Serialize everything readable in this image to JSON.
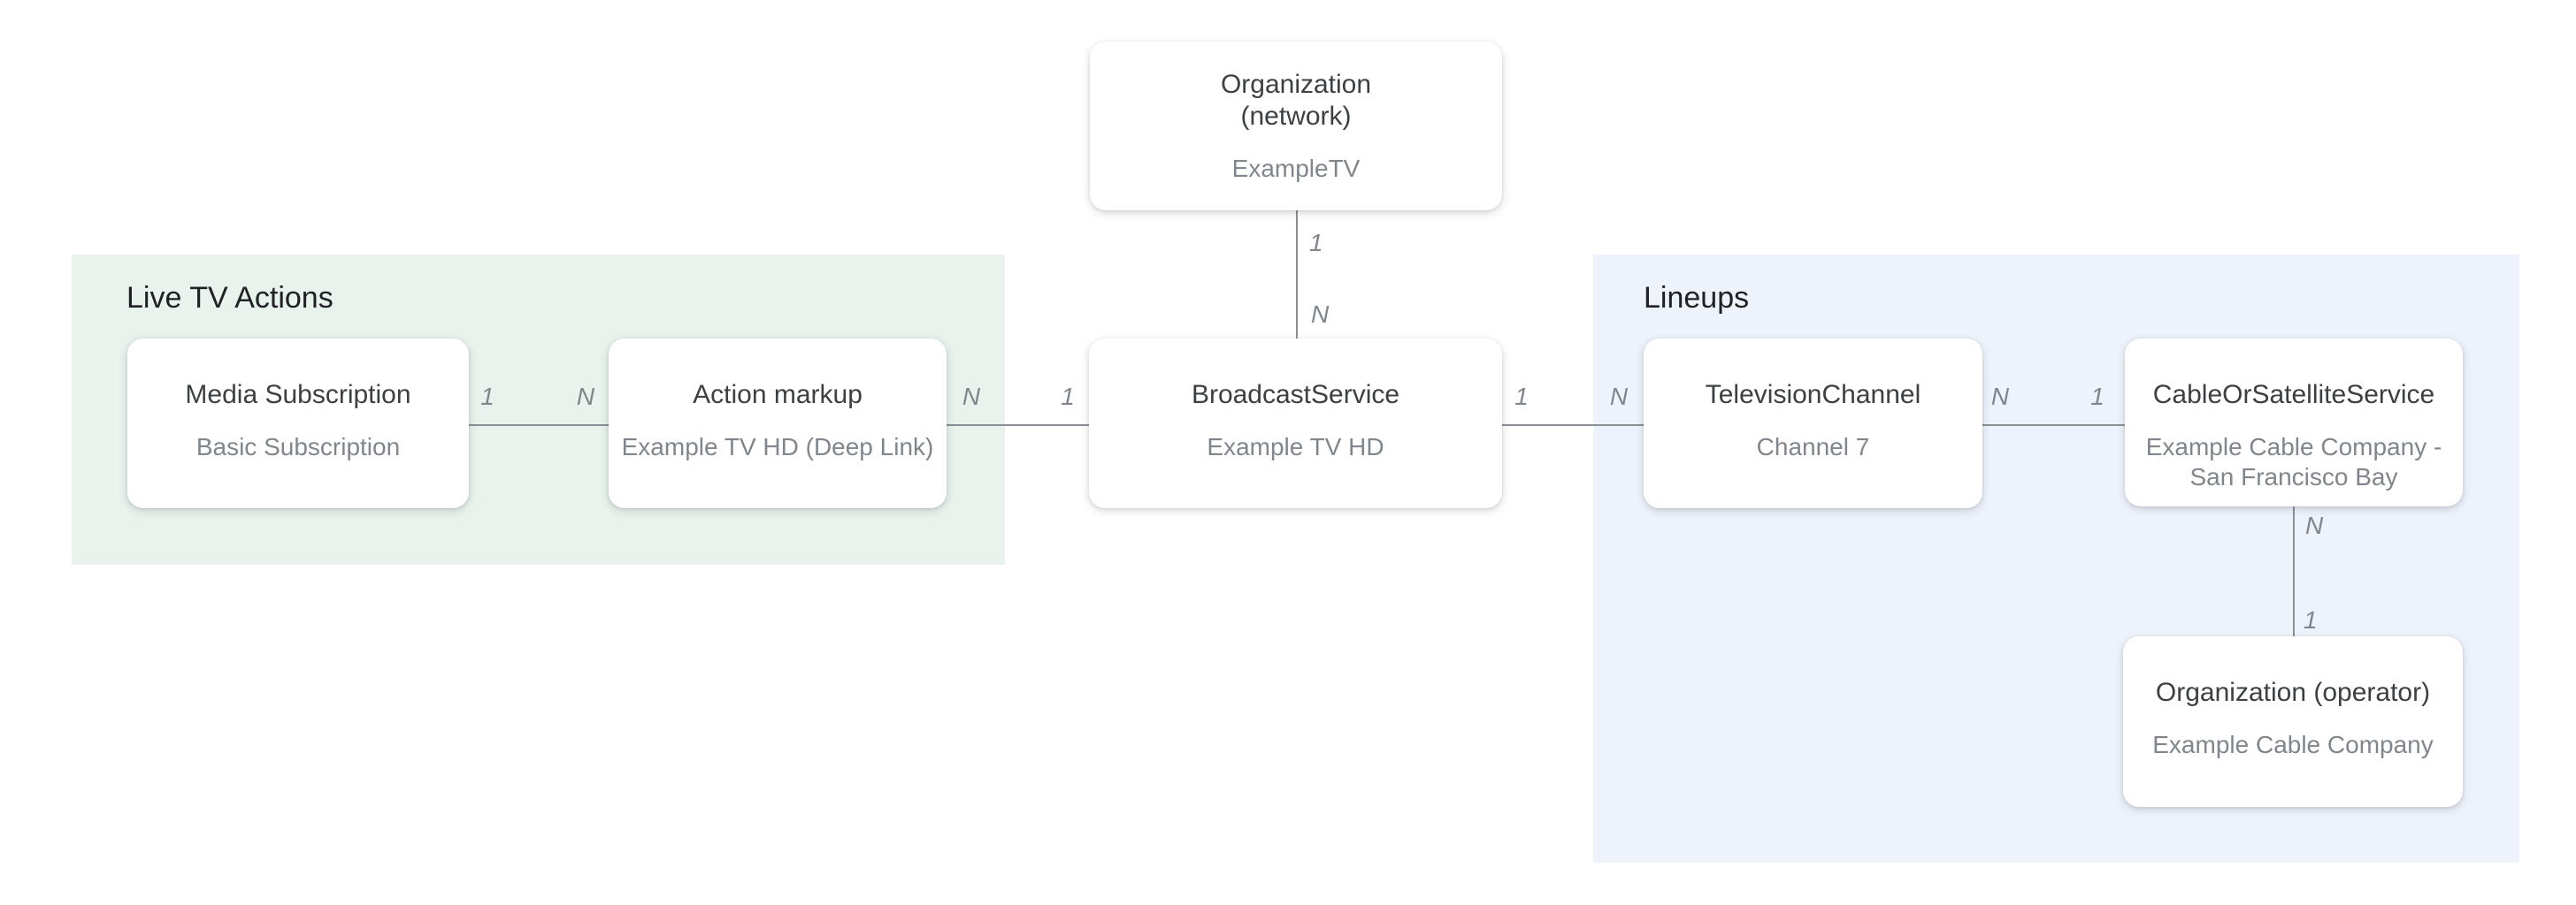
{
  "diagram": {
    "groups": {
      "live_tv_actions": {
        "title": "Live TV Actions",
        "background": "#e9f2ec"
      },
      "lineups": {
        "title": "Lineups",
        "background": "#eef2fb"
      }
    },
    "entities": {
      "organization_network": {
        "title": "Organization (network)",
        "subtitle": "ExampleTV"
      },
      "media_subscription": {
        "title": "Media Subscription",
        "subtitle": "Basic Subscription"
      },
      "action_markup": {
        "title": "Action markup",
        "subtitle": "Example TV HD (Deep Link)"
      },
      "broadcast_service": {
        "title": "BroadcastService",
        "subtitle": "Example TV HD"
      },
      "television_channel": {
        "title": "TelevisionChannel",
        "subtitle": "Channel 7"
      },
      "cable_or_satellite_service": {
        "title": "CableOrSatelliteService",
        "subtitle": "Example Cable Company - San Francisco Bay"
      },
      "organization_operator": {
        "title": "Organization (operator)",
        "subtitle": "Example Cable Company"
      }
    },
    "relationships": {
      "media_subscription_to_action_markup": {
        "source_label": "1",
        "target_label": "N"
      },
      "action_markup_to_broadcast_service": {
        "source_label": "N",
        "target_label": "1"
      },
      "broadcast_service_to_television_channel": {
        "source_label": "1",
        "target_label": "N"
      },
      "television_channel_to_cable_or_satellite_service": {
        "source_label": "N",
        "target_label": "1"
      },
      "organization_network_to_broadcast_service": {
        "source_label": "1",
        "target_label": "N"
      },
      "cable_or_satellite_service_to_organization_operator": {
        "source_label": "N",
        "target_label": "1"
      }
    },
    "colors": {
      "page_background": "#ffffff",
      "entity_background": "#ffffff",
      "entity_title": "#3c4043",
      "entity_subtitle": "#80868b",
      "group_title": "#202124",
      "connector_line": "#8a9094",
      "cardinality_label": "#80868b",
      "live_tv_actions_background": "#e9f2ec",
      "lineups_background": "#eef2fb"
    }
  }
}
